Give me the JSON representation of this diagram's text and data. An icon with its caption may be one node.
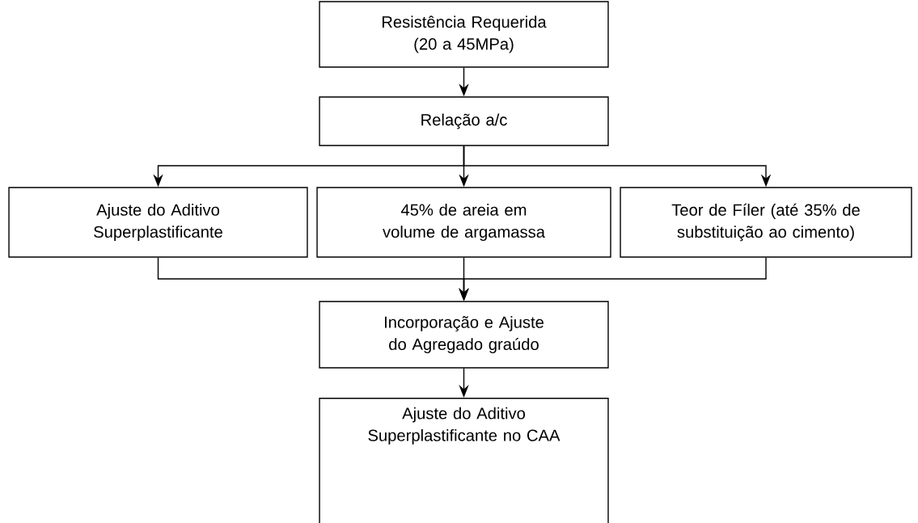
{
  "diagram": {
    "nodes": [
      {
        "text": [
          "Resistência Requerida (20 a 45MPa)"
        ]
      },
      {
        "text": [
          "Relação a/c"
        ]
      },
      {
        "text": [
          "Ajuste do Aditivo Superplastificante"
        ]
      },
      {
        "text": [
          "45% de areia em volume de argamassa"
        ]
      },
      {
        "text": [
          "Teor de Fíler (até 35% de substituição ao cimento)"
        ]
      },
      {
        "text": [
          "Incorporação e Ajuste do Agregado graúdo"
        ]
      },
      {
        "text": [
          "Ajuste do Aditivo Superplastificante no CAA"
        ]
      }
    ],
    "edges": [
      {
        "from": 0,
        "to": 1,
        "arrow": "to"
      },
      {
        "from": 1,
        "to": 2,
        "arrow": "to"
      },
      {
        "from": 1,
        "to": 3,
        "arrow": "to"
      },
      {
        "from": 1,
        "to": 4,
        "arrow": "to"
      },
      {
        "from": 2,
        "to": 5,
        "arrow": "to"
      },
      {
        "from": 3,
        "to": 5,
        "arrow": "to"
      },
      {
        "from": 4,
        "to": 5,
        "arrow": "to"
      },
      {
        "from": 5,
        "to": 6,
        "arrow": "to"
      }
    ]
  }
}
